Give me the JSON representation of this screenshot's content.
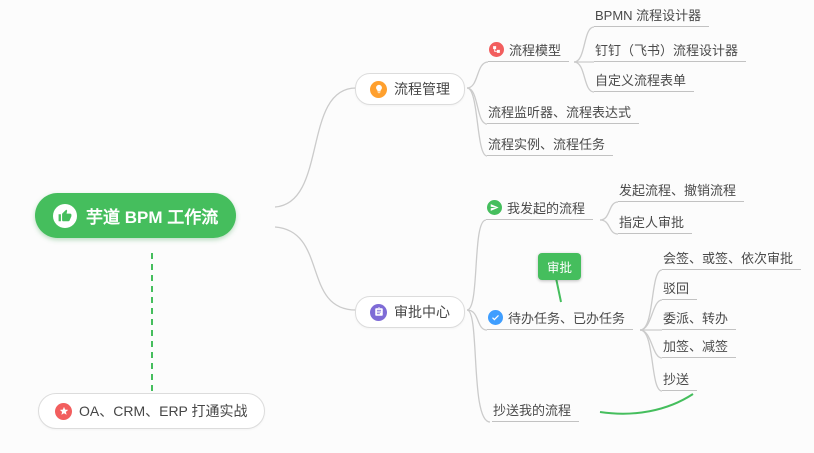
{
  "root": {
    "label": "芋道 BPM 工作流",
    "icon": "thumbs-up"
  },
  "process": {
    "mgmt": "流程管理",
    "model": "流程模型",
    "bpmn": "BPMN 流程设计器",
    "dingtalk": "钉钉（飞书）流程设计器",
    "custom_form": "自定义流程表单",
    "listener": "流程监听器、流程表达式",
    "instance": "流程实例、流程任务"
  },
  "approval": {
    "center": "审批中心",
    "my_initiated": "我发起的流程",
    "initiate_cancel": "发起流程、撤销流程",
    "assignee": "指定人审批",
    "badge": "审批",
    "todo_done": "待办任务、已办任务",
    "countersign": "会签、或签、依次审批",
    "reject": "驳回",
    "delegate": "委派、转办",
    "addsign": "加签、减签",
    "cc": "抄送",
    "cc_my": "抄送我的流程"
  },
  "practice": {
    "label": "OA、CRM、ERP 打通实战"
  },
  "icons": {
    "root": "thumbs-up-icon",
    "process_mgmt": "lightbulb-icon",
    "process_model": "flow-icon",
    "my_initiated": "send-icon",
    "todo_done": "check-icon",
    "practice": "star-icon"
  },
  "colors": {
    "green": "#45be5d",
    "orange": "#ffa02e",
    "red": "#f25e5e",
    "blue": "#3f9eff",
    "line": "#cbcbcb",
    "underline": "#c2c2c2",
    "bg": "#fcfcfc"
  }
}
